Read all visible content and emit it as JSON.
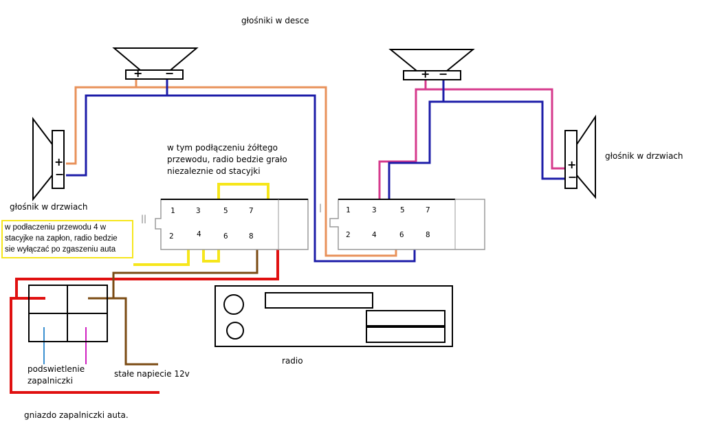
{
  "labels": {
    "dash_speakers": "głośniki w desce",
    "door_speaker_left": "głośnik w drzwiach",
    "door_speaker_right": "głośnik w drzwiach",
    "yellow_note": [
      "w tym podłączeniu żółtego",
      "przewodu, radio bedzie grało",
      "niezaleznie od stacyjki"
    ],
    "pin4_note": [
      "w podłaczeniu przewodu 4 w",
      "stacyjke na zapłon, radio bedzie",
      "sie wyłączać po zgaszeniu auta"
    ],
    "backlight": [
      "podswietlenie",
      "zapalniczki"
    ],
    "constant": "stałe napiecie 12v",
    "radio": "radio",
    "lighter_socket": "gniazdo zapalniczki auta."
  },
  "connector_left": {
    "marker": "||",
    "top_pins": [
      "1",
      "3",
      "5",
      "7"
    ],
    "bottom_pins": [
      "2",
      "4",
      "6",
      "8"
    ]
  },
  "connector_right": {
    "marker": "|",
    "top_pins": [
      "1",
      "3",
      "5",
      "7"
    ],
    "bottom_pins": [
      "2",
      "4",
      "6",
      "8"
    ]
  },
  "speaker_terms": {
    "plus": "+",
    "minus": "−"
  },
  "colors": {
    "orange": "#e8915a",
    "blue": "#1c1ca8",
    "pink": "#d63a8c",
    "yellow": "#f6e61b",
    "red": "#e01010",
    "brown": "#7a4a12",
    "cyan": "#3a8fd0",
    "magenta": "#d020c0"
  }
}
